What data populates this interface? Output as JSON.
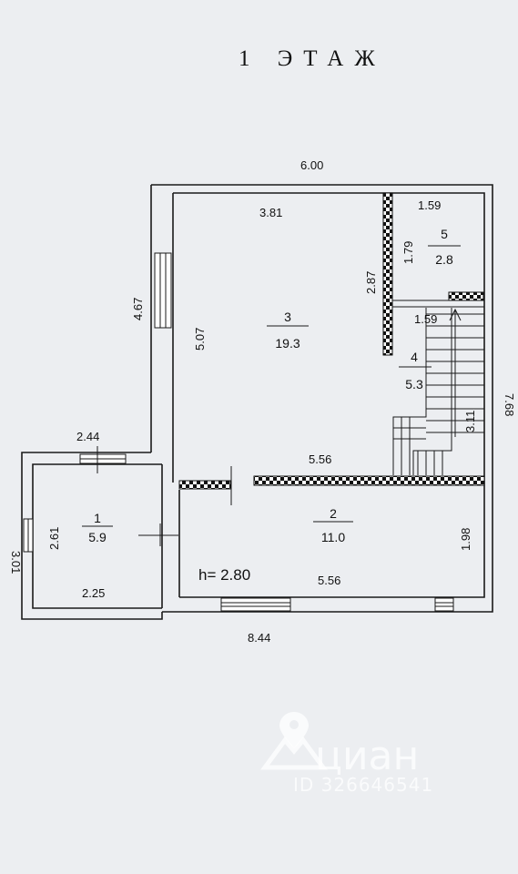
{
  "title": "1  ЭТАЖ",
  "height_label": "h= 2.80",
  "dimensions": {
    "top_width": "6.00",
    "room3_top": "3.81",
    "room5_top": "1.59",
    "room5_height": "1.79",
    "partition_height": "2.87",
    "left_upper": "4.67",
    "room3_height": "5.07",
    "stair_width": "1.59",
    "right_total": "7.68",
    "stair_height": "3.11",
    "room1_top": "2.44",
    "mid_width": "5.56",
    "left_total": "3.01",
    "room1_height": "2.61",
    "room1_bottom": "2.25",
    "room2_bottom": "5.56",
    "room2_height": "1.98",
    "bottom_total": "8.44"
  },
  "rooms": [
    {
      "number": "1",
      "area": "5.9"
    },
    {
      "number": "2",
      "area": "11.0"
    },
    {
      "number": "3",
      "area": "19.3"
    },
    {
      "number": "4",
      "area": "5.3"
    },
    {
      "number": "5",
      "area": "2.8"
    }
  ],
  "watermark": {
    "brand": "циан",
    "listing_id": "ID 326646541"
  }
}
